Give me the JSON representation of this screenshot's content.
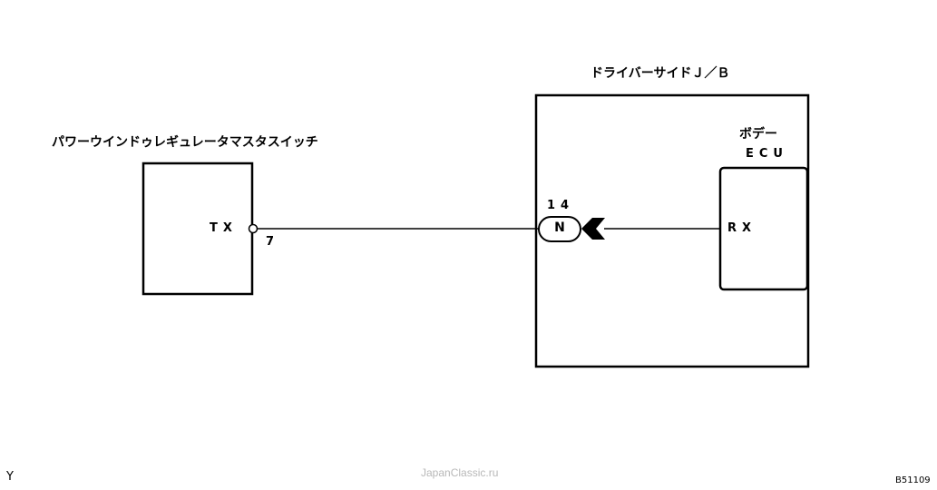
{
  "left_component": {
    "title": "パワーウインドゥレギュレータマスタスイッチ",
    "terminal": "TX",
    "pin": "7"
  },
  "junction_block": {
    "title": "ドライバーサイドＪ／Ｂ",
    "connector_code": "N",
    "connector_pin": "14",
    "body_ecu": {
      "title_line1": "ボデー",
      "title_line2": "ECU",
      "terminal": "RX"
    }
  },
  "footer": {
    "left_mark": "Y",
    "watermark": "JapanClassic.ru",
    "figure_code": "B51109"
  }
}
